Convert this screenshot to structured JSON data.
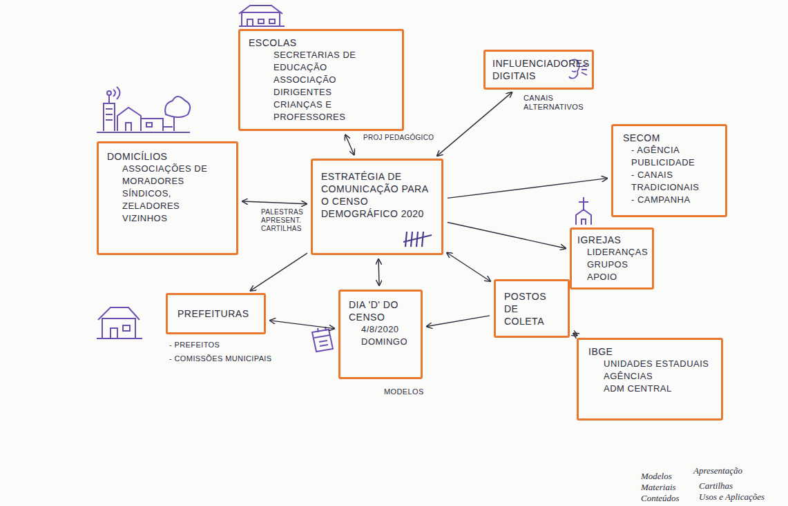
{
  "diagram": {
    "nodes": [
      {
        "text": [
          "ESCOLAS",
          "SECRETARIAS DE EDUCAÇÃO",
          "ASSOCIAÇÃO DIRIGENTES",
          "CRIANÇAS E PROFESSORES"
        ]
      },
      {
        "text": [
          "INFLUENCIADORES DIGITAIS"
        ]
      },
      {
        "text": [
          "SECOM",
          "- AGÊNCIA PUBLICIDADE",
          "- CANAIS TRADICIONAIS",
          "- CAMPANHA"
        ]
      },
      {
        "text": [
          "DOMICÍLIOS",
          "ASSOCIAÇÕES DE MORADORES",
          "SÍNDICOS, ZELADORES",
          "VIZINHOS"
        ]
      },
      {
        "text": [
          "ESTRATÉGIA DE COMUNICAÇÃO PARA O CENSO DEMOGRÁFICO 2020"
        ]
      },
      {
        "text": [
          "IGREJAS",
          "LIDERANÇAS",
          "GRUPOS APOIO"
        ]
      },
      {
        "text": [
          "POSTOS DE COLETA"
        ]
      },
      {
        "text": [
          "PREFEITURAS"
        ]
      },
      {
        "text": [
          "DIA 'D' DO CENSO",
          "4/8/2020",
          "DOMINGO"
        ]
      },
      {
        "text": [
          "IBGE",
          "UNIDADES ESTADUAIS",
          "AGÊNCIAS",
          "ADM CENTRAL"
        ]
      }
    ],
    "edges": [
      {
        "from": 4,
        "to": 0,
        "arrow": "both",
        "label": "PROJ PEDAGÓGICO"
      },
      {
        "from": 4,
        "to": 1,
        "arrow": "both"
      },
      {
        "from": 4,
        "to": 2,
        "arrow": "to"
      },
      {
        "from": 3,
        "to": 4,
        "arrow": "both",
        "label": "PALESTRAS APRESENT. CARTILHAS"
      },
      {
        "from": 4,
        "to": 5,
        "arrow": "to"
      },
      {
        "from": 4,
        "to": 6,
        "arrow": "both"
      },
      {
        "from": 4,
        "to": 7,
        "arrow": "to"
      },
      {
        "from": 4,
        "to": 8,
        "arrow": "both"
      },
      {
        "from": 7,
        "to": 8,
        "arrow": "both"
      },
      {
        "from": 6,
        "to": 8,
        "arrow": "to"
      },
      {
        "from": 6,
        "to": 9,
        "arrow": "both"
      }
    ],
    "labels": [
      "CANAIS ALTERNATIVOS",
      "- PREFEITOS",
      "- COMISSÕES MUNICIPAIS",
      "MODELOS",
      "Modelos",
      "Apresentação",
      "Materiais",
      "Cartilhas",
      "Conteúdos",
      "Usos e Aplicações"
    ]
  }
}
